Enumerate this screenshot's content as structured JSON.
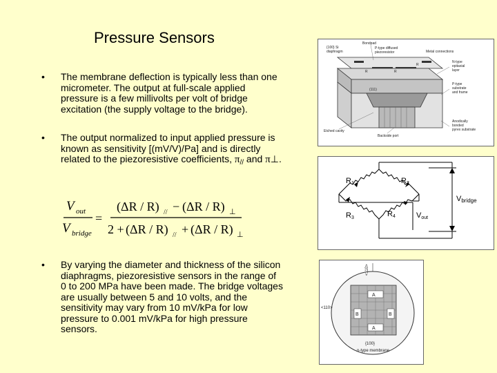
{
  "title": "Pressure Sensors",
  "bullet_symbol": "•",
  "bullets": [
    "The membrane deflection is typically less than one micrometer. The output at full-scale applied pressure is a few millivolts per volt of bridge excitation (the supply voltage to the bridge).",
    {
      "text": "The output normalized to input applied pressure is known as sensitivity [(mV/V)/Pa] and is directly related to the piezoresistive coefficients, ",
      "pi1": "π",
      "sub1": "//",
      "and": " and ",
      "pi2": "π",
      "sub2": "⊥",
      "end": "."
    },
    "By varying the diameter and thickness of the silicon diaphragms, piezoresistive sensors in the range of 0 to 200 MPa have been made. The bridge voltages are usually between 5 and 10 volts, and the sensitivity may vary from 10 mV/kPa for low pressure to 0.001 mV/kPa for high pressure sensors."
  ],
  "formula": {
    "v": "V",
    "out": "out",
    "bridge": "bridge",
    "equals": "=",
    "two_plus": "2 +",
    "minus": "−",
    "plus": "+",
    "ratio": "(ΔR / R)",
    "par": "//",
    "perp": "⊥"
  },
  "figure1": {
    "labels": {
      "bondpad": "Bondpad",
      "plane": "{100} Si",
      "diaphragm": "diaphragm",
      "ptype1": "P-type diffused",
      "ptype2": "piezoresistor",
      "metal": "Metal connections",
      "ntype1": "N-type",
      "ntype2": "epitaxial",
      "ntype3": "layer",
      "r1": "R",
      "r2": "R",
      "r3": "R",
      "dir": "(111)",
      "pt1": "P-type",
      "pt2": "substrate",
      "pt3": "and frame",
      "cav": "Etched cavity",
      "port": "Backside port",
      "st1": "Anodically",
      "st2": "bonded",
      "st3": "pyrex substrate"
    }
  },
  "figure2": {
    "r1": "R",
    "r1_sub": "1",
    "r2": "R",
    "r2_sub": "2",
    "r3": "R",
    "r3_sub": "3",
    "r4": "R",
    "r4_sub": "4",
    "vbridge": "V",
    "vbridge_sub": "bridge",
    "vout": "V",
    "vout_sub": "out"
  },
  "figure3": {
    "dir_top": "<110>",
    "dir_left": "<110>",
    "a1": "A",
    "a2": "A",
    "b1": "B",
    "b2": "B",
    "plane": "{100}",
    "sub": "n-type membrane"
  }
}
